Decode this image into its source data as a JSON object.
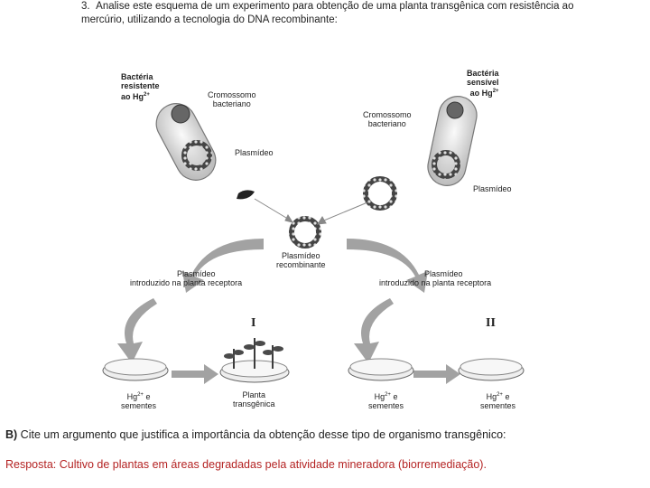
{
  "header": {
    "number": "3.",
    "text": "Analise este esquema de um experimento para obtenção de uma planta transgênica com resistência ao mercúrio, utilizando a tecnologia do DNA recombinante:"
  },
  "figure": {
    "bacteria_resistant": {
      "line1": "Bactéria",
      "line2": "resistente",
      "line3": "ao Hg"
    },
    "bacteria_sensitive": {
      "line1": "Bactéria",
      "line2": "sensível",
      "line3": "ao Hg"
    },
    "hg_superscript": "2+",
    "chromosome_left": {
      "line1": "Cromossomo",
      "line2": "bacteriano"
    },
    "chromosome_right": {
      "line1": "Cromossomo",
      "line2": "bacteriano"
    },
    "plasmid_left": "Plasmídeo",
    "plasmid_right": "Plasmídeo",
    "recombinant": {
      "line1": "Plasmídeo",
      "line2": "recombinante"
    },
    "introduced_left": {
      "line1": "Plasmídeo",
      "line2": "introduzido na planta receptora"
    },
    "introduced_right": {
      "line1": "Plasmídeo",
      "line2": "introduzido na planta receptora"
    },
    "roman_1": "I",
    "roman_2": "II",
    "dish_1": {
      "line1_prefix": "Hg",
      "line1_suffix": " e",
      "line2": "sementes"
    },
    "dish_2": {
      "line1": "Planta",
      "line2": "transgênica"
    },
    "dish_3": {
      "line1_prefix": "Hg",
      "line1_suffix": " e",
      "line2": "sementes"
    },
    "dish_4": {
      "line1_prefix": "Hg",
      "line1_suffix": " e",
      "line2": "sementes"
    }
  },
  "question": {
    "label": "B)",
    "text": " Cite um argumento que justifica a importância da obtenção desse tipo de organismo transgênico:"
  },
  "answer": {
    "text": "Resposta: Cultivo de plantas em áreas degradadas pela atividade mineradora (biorremediação)."
  },
  "colors": {
    "answer": "#b42323",
    "arrow": "#9a9a9a",
    "ink": "#222222"
  }
}
